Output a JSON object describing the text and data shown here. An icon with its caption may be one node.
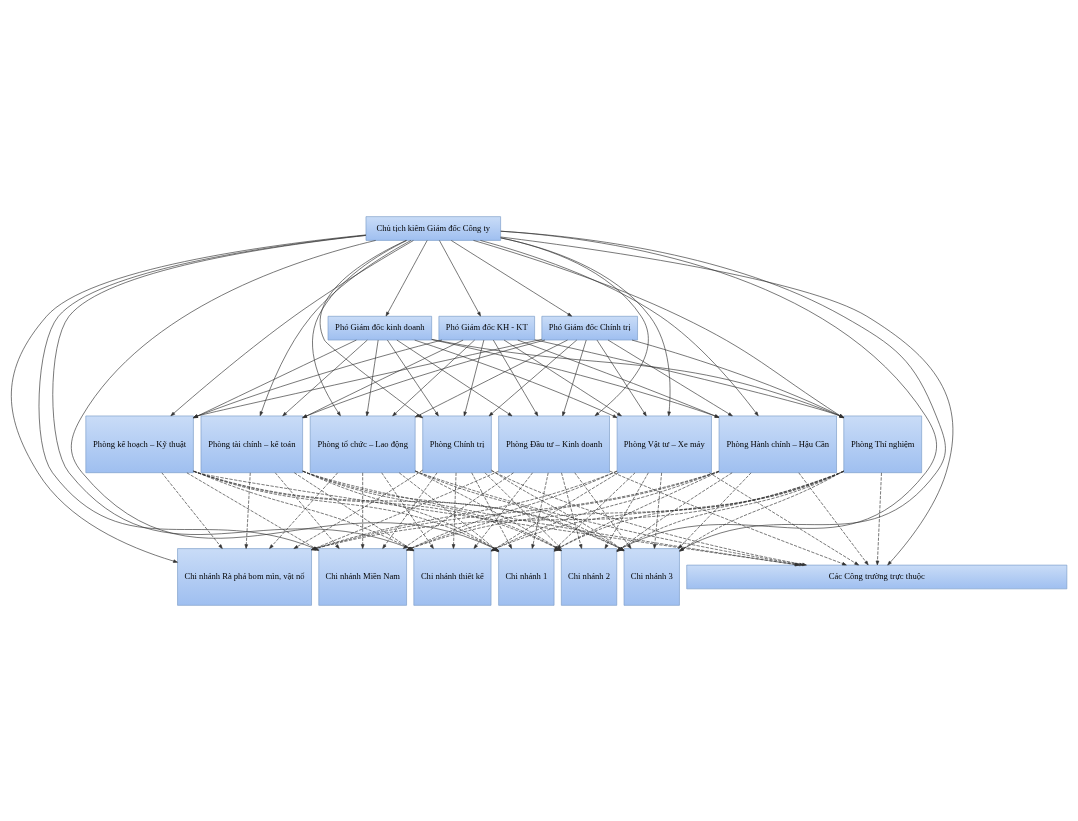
{
  "diagram": {
    "nodes": [
      {
        "text": [
          "Chủ tịch kiêm Giám đốc Công ty"
        ]
      },
      {
        "text": [
          "Phó Giám đốc kinh doanh"
        ]
      },
      {
        "text": [
          "Phó Giám đốc KH - KT"
        ]
      },
      {
        "text": [
          "Phó Giám đốc Chính trị"
        ]
      },
      {
        "text": [
          "Phòng kế hoạch – Kỹ thuật"
        ]
      },
      {
        "text": [
          "Phòng tài chính – kế toán"
        ]
      },
      {
        "text": [
          "Phòng tổ chức – Lao động"
        ]
      },
      {
        "text": [
          "Phòng Chính trị"
        ]
      },
      {
        "text": [
          "Phòng Đầu tư – Kinh doanh"
        ]
      },
      {
        "text": [
          "Phòng Vật tư – Xe máy"
        ]
      },
      {
        "text": [
          "Phòng Hành chính – Hậu Cần"
        ]
      },
      {
        "text": [
          "Phòng Thí nghiệm"
        ]
      },
      {
        "text": [
          "Chi nhánh Rà phá bom mìn, vật nổ"
        ]
      },
      {
        "text": [
          "Chi nhánh Miền Nam"
        ]
      },
      {
        "text": [
          "Chi nhánh thiết kế"
        ]
      },
      {
        "text": [
          "Chi nhánh 1"
        ]
      },
      {
        "text": [
          "Chi nhánh 2"
        ]
      },
      {
        "text": [
          "Chi nhánh 3"
        ]
      },
      {
        "text": [
          "Các Công trường trực thuộc"
        ]
      }
    ],
    "edges": [
      {
        "from": 0,
        "to": 1,
        "arrow": "to"
      },
      {
        "from": 0,
        "to": 2,
        "arrow": "to"
      },
      {
        "from": 0,
        "to": 3,
        "arrow": "to"
      },
      {
        "from": 0,
        "to": 4,
        "arrow": "to"
      },
      {
        "from": 0,
        "to": 5,
        "arrow": "to"
      },
      {
        "from": 0,
        "to": 6,
        "arrow": "to"
      },
      {
        "from": 0,
        "to": 7,
        "arrow": "to"
      },
      {
        "from": 0,
        "to": 8,
        "arrow": "to"
      },
      {
        "from": 0,
        "to": 9,
        "arrow": "to"
      },
      {
        "from": 0,
        "to": 10,
        "arrow": "to"
      },
      {
        "from": 0,
        "to": 11,
        "arrow": "to"
      },
      {
        "from": 1,
        "to": 4,
        "arrow": "to"
      },
      {
        "from": 1,
        "to": 5,
        "arrow": "to"
      },
      {
        "from": 1,
        "to": 6,
        "arrow": "to"
      },
      {
        "from": 1,
        "to": 7,
        "arrow": "to"
      },
      {
        "from": 1,
        "to": 8,
        "arrow": "to"
      },
      {
        "from": 1,
        "to": 9,
        "arrow": "to"
      },
      {
        "from": 1,
        "to": 10,
        "arrow": "to"
      },
      {
        "from": 1,
        "to": 11,
        "arrow": "to"
      },
      {
        "from": 2,
        "to": 4,
        "arrow": "to"
      },
      {
        "from": 2,
        "to": 5,
        "arrow": "to"
      },
      {
        "from": 2,
        "to": 6,
        "arrow": "to"
      },
      {
        "from": 2,
        "to": 7,
        "arrow": "to"
      },
      {
        "from": 2,
        "to": 8,
        "arrow": "to"
      },
      {
        "from": 2,
        "to": 9,
        "arrow": "to"
      },
      {
        "from": 2,
        "to": 10,
        "arrow": "to"
      },
      {
        "from": 2,
        "to": 11,
        "arrow": "to"
      },
      {
        "from": 3,
        "to": 4,
        "arrow": "to"
      },
      {
        "from": 3,
        "to": 5,
        "arrow": "to"
      },
      {
        "from": 3,
        "to": 6,
        "arrow": "to"
      },
      {
        "from": 3,
        "to": 7,
        "arrow": "to"
      },
      {
        "from": 3,
        "to": 8,
        "arrow": "to"
      },
      {
        "from": 3,
        "to": 9,
        "arrow": "to"
      },
      {
        "from": 3,
        "to": 10,
        "arrow": "to"
      },
      {
        "from": 3,
        "to": 11,
        "arrow": "to"
      },
      {
        "from": 0,
        "to": 12,
        "arrow": "to"
      },
      {
        "from": 0,
        "to": 13,
        "arrow": "to"
      },
      {
        "from": 0,
        "to": 14,
        "arrow": "to"
      },
      {
        "from": 0,
        "to": 15,
        "arrow": "to"
      },
      {
        "from": 0,
        "to": 16,
        "arrow": "to"
      },
      {
        "from": 0,
        "to": 17,
        "arrow": "to"
      },
      {
        "from": 0,
        "to": 18,
        "arrow": "to"
      },
      {
        "from": 4,
        "to": 12,
        "arrow": "to",
        "style": "dashed"
      },
      {
        "from": 4,
        "to": 13,
        "arrow": "to",
        "style": "dashed"
      },
      {
        "from": 4,
        "to": 14,
        "arrow": "to",
        "style": "dashed"
      },
      {
        "from": 4,
        "to": 15,
        "arrow": "to",
        "style": "dashed"
      },
      {
        "from": 4,
        "to": 16,
        "arrow": "to",
        "style": "dashed"
      },
      {
        "from": 4,
        "to": 17,
        "arrow": "to",
        "style": "dashed"
      },
      {
        "from": 4,
        "to": 18,
        "arrow": "to",
        "style": "dashed"
      },
      {
        "from": 5,
        "to": 12,
        "arrow": "to",
        "style": "dashed"
      },
      {
        "from": 5,
        "to": 13,
        "arrow": "to",
        "style": "dashed"
      },
      {
        "from": 5,
        "to": 14,
        "arrow": "to",
        "style": "dashed"
      },
      {
        "from": 5,
        "to": 15,
        "arrow": "to",
        "style": "dashed"
      },
      {
        "from": 5,
        "to": 16,
        "arrow": "to",
        "style": "dashed"
      },
      {
        "from": 5,
        "to": 17,
        "arrow": "to",
        "style": "dashed"
      },
      {
        "from": 5,
        "to": 18,
        "arrow": "to",
        "style": "dashed"
      },
      {
        "from": 6,
        "to": 12,
        "arrow": "to",
        "style": "dashed"
      },
      {
        "from": 6,
        "to": 13,
        "arrow": "to",
        "style": "dashed"
      },
      {
        "from": 6,
        "to": 14,
        "arrow": "to",
        "style": "dashed"
      },
      {
        "from": 6,
        "to": 15,
        "arrow": "to",
        "style": "dashed"
      },
      {
        "from": 6,
        "to": 16,
        "arrow": "to",
        "style": "dashed"
      },
      {
        "from": 6,
        "to": 17,
        "arrow": "to",
        "style": "dashed"
      },
      {
        "from": 6,
        "to": 18,
        "arrow": "to",
        "style": "dashed"
      },
      {
        "from": 7,
        "to": 12,
        "arrow": "to",
        "style": "dashed"
      },
      {
        "from": 7,
        "to": 13,
        "arrow": "to",
        "style": "dashed"
      },
      {
        "from": 7,
        "to": 14,
        "arrow": "to",
        "style": "dashed"
      },
      {
        "from": 7,
        "to": 15,
        "arrow": "to",
        "style": "dashed"
      },
      {
        "from": 7,
        "to": 16,
        "arrow": "to",
        "style": "dashed"
      },
      {
        "from": 7,
        "to": 17,
        "arrow": "to",
        "style": "dashed"
      },
      {
        "from": 7,
        "to": 18,
        "arrow": "to",
        "style": "dashed"
      },
      {
        "from": 8,
        "to": 12,
        "arrow": "to",
        "style": "dashed"
      },
      {
        "from": 8,
        "to": 13,
        "arrow": "to",
        "style": "dashed"
      },
      {
        "from": 8,
        "to": 14,
        "arrow": "to",
        "style": "dashed"
      },
      {
        "from": 8,
        "to": 15,
        "arrow": "to",
        "style": "dashed"
      },
      {
        "from": 8,
        "to": 16,
        "arrow": "to",
        "style": "dashed"
      },
      {
        "from": 8,
        "to": 17,
        "arrow": "to",
        "style": "dashed"
      },
      {
        "from": 8,
        "to": 18,
        "arrow": "to",
        "style": "dashed"
      },
      {
        "from": 9,
        "to": 12,
        "arrow": "to",
        "style": "dashed"
      },
      {
        "from": 9,
        "to": 13,
        "arrow": "to",
        "style": "dashed"
      },
      {
        "from": 9,
        "to": 14,
        "arrow": "to",
        "style": "dashed"
      },
      {
        "from": 9,
        "to": 15,
        "arrow": "to",
        "style": "dashed"
      },
      {
        "from": 9,
        "to": 16,
        "arrow": "to",
        "style": "dashed"
      },
      {
        "from": 9,
        "to": 17,
        "arrow": "to",
        "style": "dashed"
      },
      {
        "from": 9,
        "to": 18,
        "arrow": "to",
        "style": "dashed"
      },
      {
        "from": 10,
        "to": 12,
        "arrow": "to",
        "style": "dashed"
      },
      {
        "from": 10,
        "to": 13,
        "arrow": "to",
        "style": "dashed"
      },
      {
        "from": 10,
        "to": 14,
        "arrow": "to",
        "style": "dashed"
      },
      {
        "from": 10,
        "to": 15,
        "arrow": "to",
        "style": "dashed"
      },
      {
        "from": 10,
        "to": 16,
        "arrow": "to",
        "style": "dashed"
      },
      {
        "from": 10,
        "to": 17,
        "arrow": "to",
        "style": "dashed"
      },
      {
        "from": 10,
        "to": 18,
        "arrow": "to",
        "style": "dashed"
      },
      {
        "from": 11,
        "to": 12,
        "arrow": "to",
        "style": "dashed"
      },
      {
        "from": 11,
        "to": 13,
        "arrow": "to",
        "style": "dashed"
      },
      {
        "from": 11,
        "to": 14,
        "arrow": "to",
        "style": "dashed"
      },
      {
        "from": 11,
        "to": 15,
        "arrow": "to",
        "style": "dashed"
      },
      {
        "from": 11,
        "to": 16,
        "arrow": "to",
        "style": "dashed"
      },
      {
        "from": 11,
        "to": 17,
        "arrow": "to",
        "style": "dashed"
      },
      {
        "from": 11,
        "to": 18,
        "arrow": "to",
        "style": "dashed"
      }
    ]
  }
}
